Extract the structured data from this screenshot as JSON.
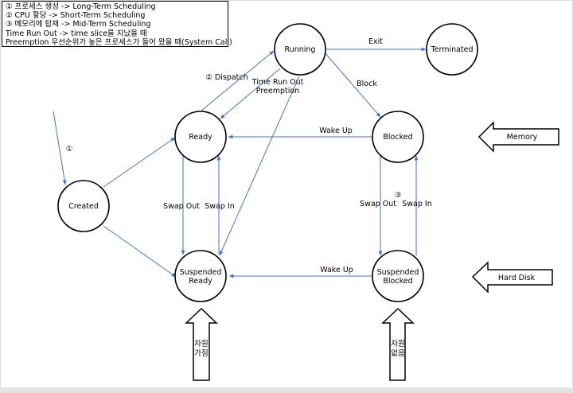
{
  "legend": {
    "lines": [
      "① 프로세스 생성 -> Long-Term Scheduling",
      "② CPU 할당 -> Short-Term Scheduling",
      "③ 메모리에 탑재 -> Mid-Term Scheduling",
      "Time Run Out -> time slice를 지났을 때",
      "Preemption 우선순위가 높은 프로세스가 들어 왔을 때(System Call)"
    ]
  },
  "states": {
    "running": "Running",
    "terminated": "Terminated",
    "ready": "Ready",
    "blocked": "Blocked",
    "created": "Created",
    "suspended_ready": [
      "Suspended",
      "Ready"
    ],
    "suspended_blocked": [
      "Suspended",
      "Blocked"
    ]
  },
  "transitions": {
    "exit": "Exit",
    "dispatch": "② Dispatch",
    "time_run_out": "Time Run Out",
    "preemption": "Preemption",
    "block": "Block",
    "wake_up_top": "Wake Up",
    "wake_up_bottom": "Wake Up",
    "swap_out_left": "Swap Out",
    "swap_in_left": "Swap In",
    "swap_out_right": "Swap Out",
    "swap_in_right": "Swap In",
    "marker_created": "①",
    "marker_mid": "③"
  },
  "side_arrows": {
    "memory": "Memory",
    "hard_disk": "Hard Disk"
  },
  "up_arrows": {
    "has_resource": [
      "자원",
      "가짐"
    ],
    "no_resource": [
      "자원",
      "없음"
    ]
  },
  "colors": {
    "edge": "#4472c4",
    "node_stroke": "#000000"
  }
}
